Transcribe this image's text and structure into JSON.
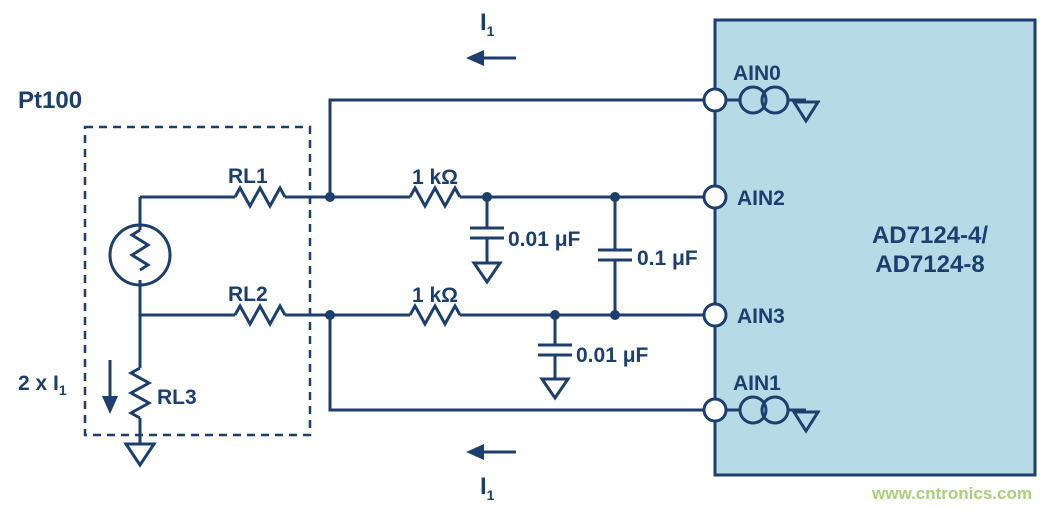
{
  "diagram": {
    "sensor": {
      "label": "Pt100",
      "rl1": "RL1",
      "rl2": "RL2",
      "rl3": "RL3"
    },
    "excitation": {
      "base": "2 x I",
      "sub": "1"
    },
    "filters": {
      "r_top": "1 kΩ",
      "r_bottom": "1 kΩ",
      "cap_top": "0.01 μF",
      "cap_diff": "0.1 μF",
      "cap_bottom": "0.01 μF"
    },
    "currents": {
      "top": {
        "base": "I",
        "sub": "1"
      },
      "bottom": {
        "base": "I",
        "sub": "1"
      }
    },
    "adc": {
      "name_line1": "AD7124-4/",
      "name_line2": "AD7124-8",
      "pins": {
        "ain0": "AIN0",
        "ain2": "AIN2",
        "ain3": "AIN3",
        "ain1": "AIN1"
      }
    },
    "watermark": "www.cntronics.com",
    "colors": {
      "line": "#1c3f6e",
      "adc_fill": "#b6dbe7",
      "watermark": "#a9cf7a",
      "background": "#ffffff"
    }
  }
}
